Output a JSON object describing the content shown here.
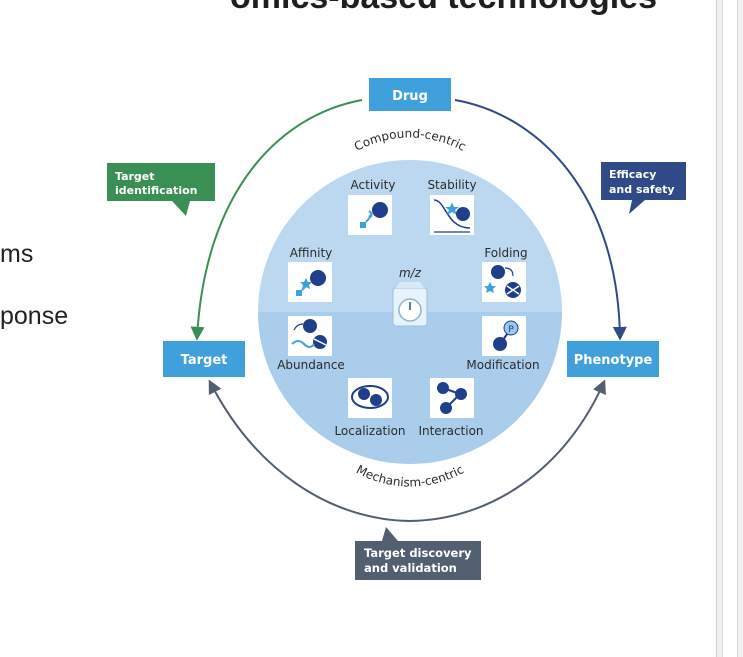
{
  "slide": {
    "title": "omics-based technologies",
    "fragments": [
      "ms",
      "ponse"
    ]
  },
  "diagram": {
    "nodes": {
      "drug": "Drug",
      "target": "Target",
      "phenotype": "Phenotype"
    },
    "callouts": {
      "target_identification": [
        "Target",
        "identification"
      ],
      "efficacy_safety": [
        "Efficacy",
        "and safety"
      ],
      "target_discovery": [
        "Target discovery",
        "and validation"
      ]
    },
    "arc_labels": {
      "top": "Compound-centric",
      "bottom": "Mechanism-centric"
    },
    "center_label": "m/z",
    "techniques": {
      "activity": "Activity",
      "stability": "Stability",
      "affinity": "Affinity",
      "folding": "Folding",
      "abundance": "Abundance",
      "modification": "Modification",
      "localization": "Localization",
      "interaction": "Interaction"
    },
    "modification_marker": "P",
    "colors": {
      "light_blue": "#3fa0dc",
      "green": "#3a8f55",
      "navy": "#2f4a87",
      "slate": "#515f70",
      "circle_top": "#bcd8f0",
      "circle_bottom": "#a9cdea",
      "dark_blue": "#1f3f8a"
    }
  }
}
